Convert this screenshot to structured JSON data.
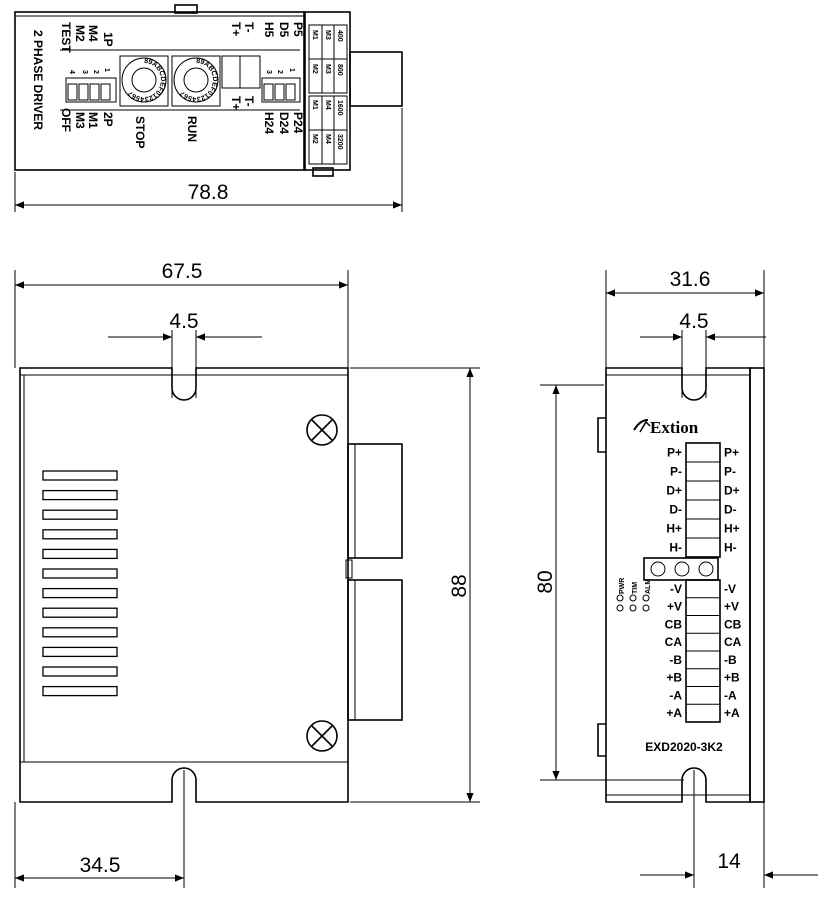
{
  "top_view": {
    "dimension": "78.8",
    "title": "2 PHASE DRIVER",
    "test_label": "TEST",
    "left_labels": [
      "M2",
      "M4",
      "1P"
    ],
    "left_labels_bottom": [
      "M3",
      "M1",
      "2P",
      "OFF"
    ],
    "switch_numbers_left": [
      "4",
      "3",
      "2",
      "1"
    ],
    "stop_label": "STOP",
    "run_label": "RUN",
    "terminals_top": [
      "T+",
      "T-"
    ],
    "terminals_bottom": [
      "T+",
      "T-"
    ],
    "mode_top": [
      "H5",
      "D5",
      "P5"
    ],
    "mode_bottom": [
      "H24",
      "D24",
      "P24"
    ],
    "switch_numbers_right": [
      "3",
      "2",
      "1"
    ],
    "table_top": [
      "M1",
      "M2",
      "M3",
      "M3",
      "400",
      "800"
    ],
    "table_bottom": [
      "M1",
      "M2",
      "M4",
      "M4",
      "1600",
      "3200"
    ],
    "dial_text": "89ABCDEF01234567"
  },
  "side_view": {
    "dimensions": {
      "width": "67.5",
      "slot": "4.5",
      "height": "88",
      "offset": "34.5"
    }
  },
  "front_view": {
    "dimensions": {
      "width": "31.6",
      "slot": "4.5",
      "height": "80",
      "offset": "14"
    },
    "brand": "Extion",
    "model": "EXD2020-3K2",
    "terminals_upper": [
      "P+",
      "P-",
      "D+",
      "D-",
      "H+",
      "H-"
    ],
    "terminals_lower": [
      "-V",
      "+V",
      "CB",
      "CA",
      "-B",
      "+B",
      "-A",
      "+A"
    ],
    "leds": [
      "PWR",
      "TIM",
      "ALM"
    ]
  }
}
